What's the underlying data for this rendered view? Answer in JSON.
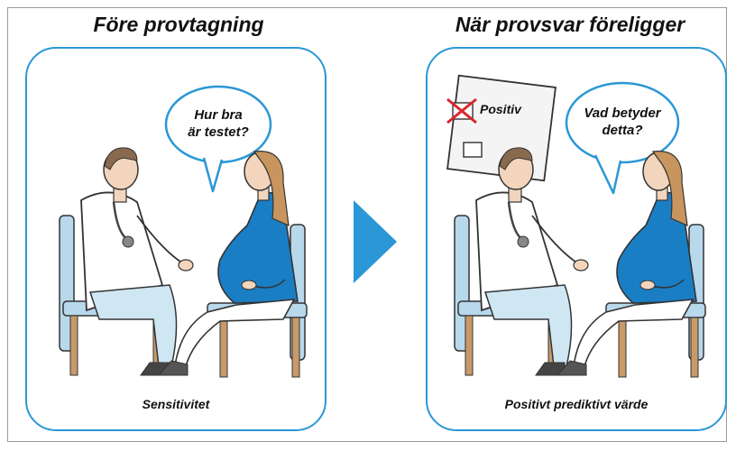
{
  "left_panel": {
    "heading": "Före provtagning",
    "speech": [
      "Hur bra",
      "är testet?"
    ],
    "caption": "Sensitivitet"
  },
  "right_panel": {
    "heading": "När provsvar föreligger",
    "speech": [
      "Vad betyder",
      "detta?"
    ],
    "result_sheet": {
      "option_label": "Positiv"
    },
    "caption": "Positivt prediktivt värde"
  },
  "colors": {
    "accent": "#2b97d6",
    "pregnant_shirt": "#1a7ec5",
    "chair": "#b8d8ec",
    "chair_legs": "#c89a6a",
    "cross_mark": "#d9272e"
  }
}
